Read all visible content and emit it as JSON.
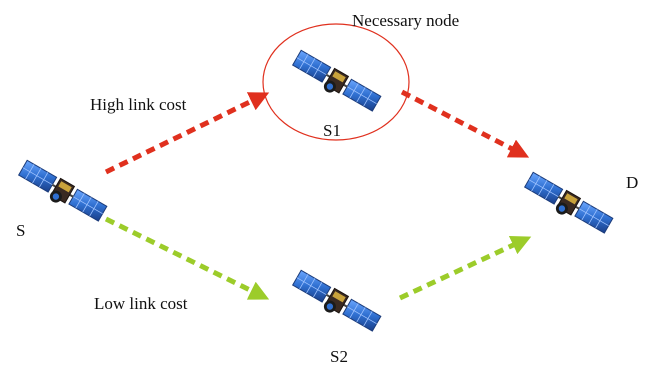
{
  "labels": {
    "necessary_node": "Necessary node",
    "high_link_cost": "High link cost",
    "low_link_cost": "Low link cost",
    "source": "S",
    "destination": "D",
    "s1": "S1",
    "s2": "S2"
  },
  "colors": {
    "high_cost_path": "#e0301e",
    "low_cost_path": "#9ccc2a",
    "necessary_node_ring": "#e0301e",
    "panel_blue": "#2f6fd0",
    "body_dark": "#3a2a22",
    "text": "#111111"
  },
  "nodes": [
    {
      "id": "S",
      "icon": "satellite-icon"
    },
    {
      "id": "S1",
      "icon": "satellite-icon"
    },
    {
      "id": "S2",
      "icon": "satellite-icon"
    },
    {
      "id": "D",
      "icon": "satellite-icon"
    }
  ],
  "links": [
    {
      "from": "S",
      "to": "S1",
      "cost": "high"
    },
    {
      "from": "S1",
      "to": "D",
      "cost": "high"
    },
    {
      "from": "S",
      "to": "S2",
      "cost": "low"
    },
    {
      "from": "S2",
      "to": "D",
      "cost": "low"
    }
  ]
}
